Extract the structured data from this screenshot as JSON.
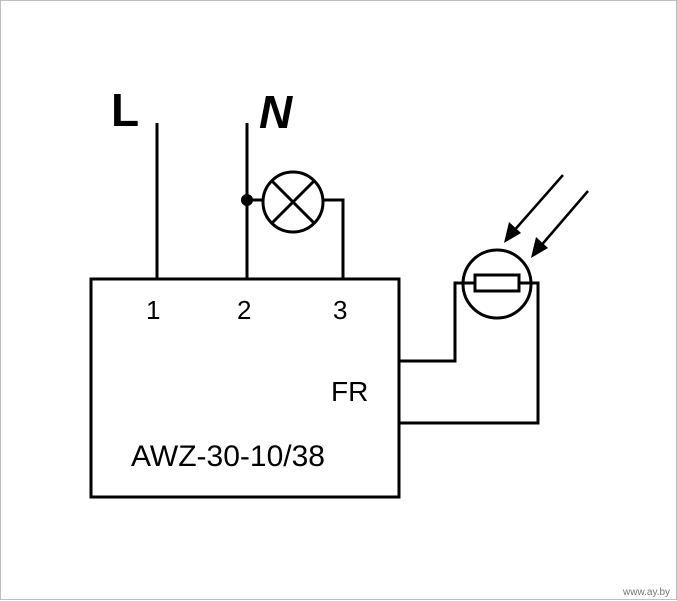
{
  "labels": {
    "line": "L",
    "neutral": "N",
    "terminal_1": "1",
    "terminal_2": "2",
    "terminal_3": "3",
    "fr": "FR",
    "model": "AWZ-30-10/38",
    "watermark": "www.ay.by"
  },
  "icons": {
    "lamp": "lamp-icon",
    "photoresistor": "photoresistor-icon",
    "light_arrows": "light-arrow-icon"
  },
  "colors": {
    "line": "#000000",
    "background": "#ffffff"
  }
}
